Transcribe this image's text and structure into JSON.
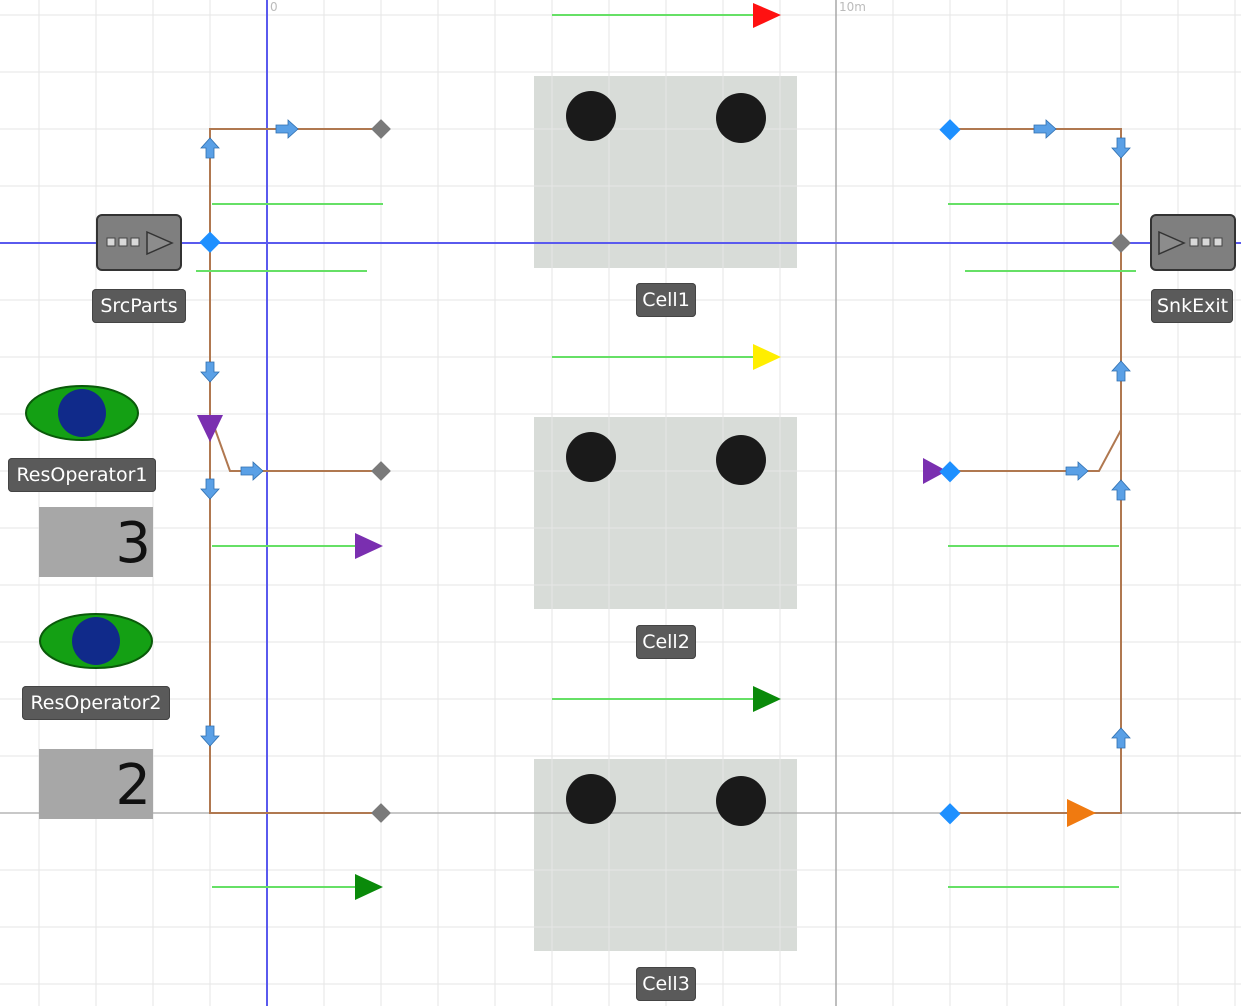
{
  "ruler": {
    "origin_label": "0",
    "ten_label": "10m"
  },
  "objects": {
    "source": {
      "label": "SrcParts",
      "icon": "source-icon"
    },
    "sink": {
      "label": "SnkExit",
      "icon": "sink-icon"
    },
    "cells": [
      {
        "label": "Cell1"
      },
      {
        "label": "Cell2"
      },
      {
        "label": "Cell3"
      }
    ],
    "operators": [
      {
        "label": "ResOperator1",
        "count": "3"
      },
      {
        "label": "ResOperator2",
        "count": "2"
      }
    ]
  },
  "colors": {
    "path": "#b07850",
    "node_blue": "#1e90ff",
    "node_gray": "#7a7a7a",
    "arrow_blue": "#5aa0e6",
    "queue_green": "#66e066",
    "arrow_red": "#ff1111",
    "arrow_yellow": "#ffee00",
    "arrow_green": "#0a8a0a",
    "arrow_purple": "#7a2fb0",
    "arrow_orange": "#f07a10",
    "axis_blue": "#5a5aee"
  }
}
